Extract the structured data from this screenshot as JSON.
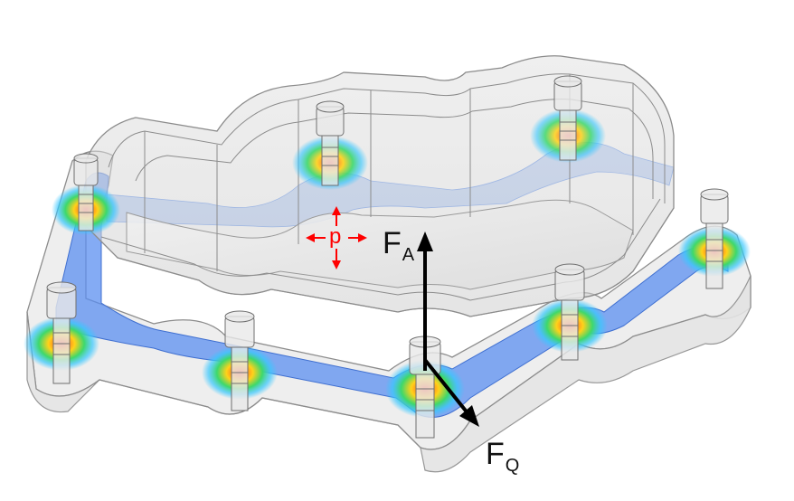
{
  "labels": {
    "axial_force": {
      "main": "F",
      "sub": "A"
    },
    "shear_force": {
      "main": "F",
      "sub": "Q"
    },
    "pressure": "p"
  },
  "colors": {
    "gasket": "#5b8ff0",
    "housing_edge": "#8c8c8c",
    "force_arrow": "#000000",
    "pressure_arrow": "#ff0000"
  },
  "bolts": {
    "count": 8,
    "stress_colors": [
      "#ff3b1f",
      "#ffd21a",
      "#3ed86b",
      "#37c7ff"
    ]
  }
}
